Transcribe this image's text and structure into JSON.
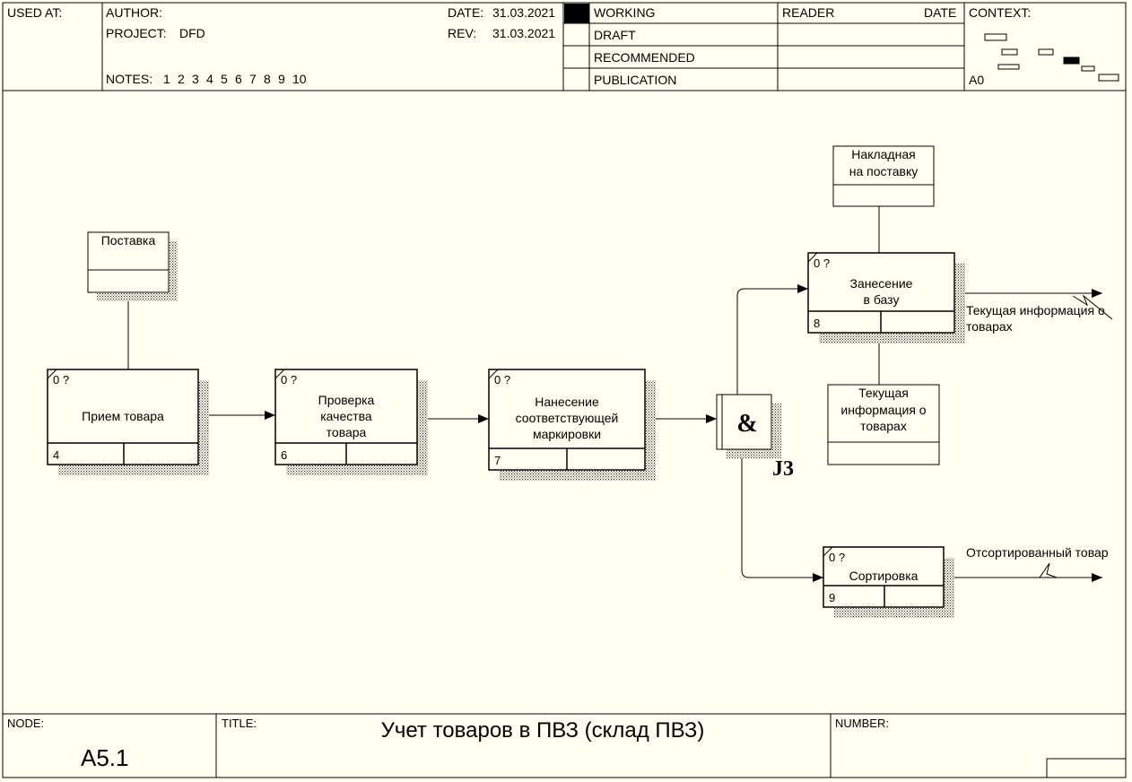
{
  "header": {
    "used_at_label": "USED AT:",
    "author_label": "AUTHOR:",
    "author_value": "",
    "project_label": "PROJECT:",
    "project_value": "DFD",
    "date_label": "DATE:",
    "date_value": "31.03.2021",
    "rev_label": "REV:",
    "rev_value": "31.03.2021",
    "notes_label": "NOTES:",
    "notes_numbers": [
      "1",
      "2",
      "3",
      "4",
      "5",
      "6",
      "7",
      "8",
      "9",
      "10"
    ],
    "statuses": [
      "WORKING",
      "DRAFT",
      "RECOMMENDED",
      "PUBLICATION"
    ],
    "active_status": "WORKING",
    "reader_label": "READER",
    "reader_date_label": "DATE",
    "context_label": "CONTEXT:",
    "context_node": "A0"
  },
  "footer": {
    "node_label": "NODE:",
    "node_value": "A5.1",
    "title_label": "TITLE:",
    "title_value": "Учет товаров  в ПВЗ (склад ПВЗ)",
    "number_label": "NUMBER:"
  },
  "diagram": {
    "external_entities": [
      {
        "id": "supply",
        "lines": [
          "Поставка"
        ]
      },
      {
        "id": "invoice",
        "lines": [
          "Накладная",
          "на поставку"
        ]
      }
    ],
    "data_stores": [
      {
        "id": "current-info-store",
        "lines": [
          "Текущая",
          "информация о",
          "товарах"
        ]
      }
    ],
    "processes": [
      {
        "id": "receive",
        "cost": "0 ?",
        "lines": [
          "Прием товара"
        ],
        "number": "4"
      },
      {
        "id": "check",
        "cost": "0 ?",
        "lines": [
          "Проверка",
          "качества",
          "товара"
        ],
        "number": "6"
      },
      {
        "id": "mark",
        "cost": "0 ?",
        "lines": [
          "Нанесение",
          "соответствующей",
          "маркировки"
        ],
        "number": "7"
      },
      {
        "id": "enter-db",
        "cost": "0 ?",
        "lines": [
          "Занесение",
          "в базу"
        ],
        "number": "8"
      },
      {
        "id": "sort",
        "cost": "0 ?",
        "lines": [
          "Сортировка"
        ],
        "number": "9"
      }
    ],
    "junction": {
      "symbol": "&",
      "label": "J3"
    },
    "outputs": [
      {
        "id": "current-info-output",
        "lines": [
          "Текущая информация о",
          "товарах"
        ]
      },
      {
        "id": "sorted-goods-output",
        "lines": [
          "Отсортированный товар"
        ]
      }
    ]
  }
}
